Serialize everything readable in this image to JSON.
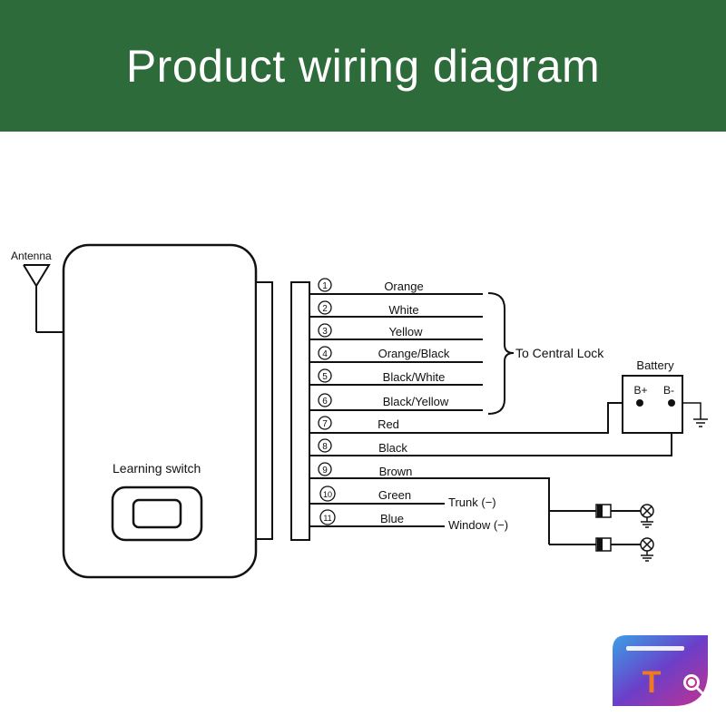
{
  "header": {
    "title": "Product wiring diagram",
    "background": "#2e6b3b"
  },
  "module": {
    "antenna_label": "Antenna",
    "learning_switch_label": "Learning switch"
  },
  "wires": [
    {
      "num": "1",
      "color": "Orange"
    },
    {
      "num": "2",
      "color": "White"
    },
    {
      "num": "3",
      "color": "Yellow"
    },
    {
      "num": "4",
      "color": "Orange/Black"
    },
    {
      "num": "5",
      "color": "Black/White"
    },
    {
      "num": "6",
      "color": "Black/Yellow"
    },
    {
      "num": "7",
      "color": "Red"
    },
    {
      "num": "8",
      "color": "Black"
    },
    {
      "num": "9",
      "color": "Brown"
    },
    {
      "num": "10",
      "color": "Green"
    },
    {
      "num": "11",
      "color": "Blue"
    }
  ],
  "central_lock_label": "To Central Lock",
  "battery": {
    "label": "Battery",
    "plus": "B+",
    "minus": "B-"
  },
  "outputs": {
    "trunk": "Trunk (−)",
    "window": "Window (−)"
  },
  "logo": {
    "letter": "T"
  }
}
